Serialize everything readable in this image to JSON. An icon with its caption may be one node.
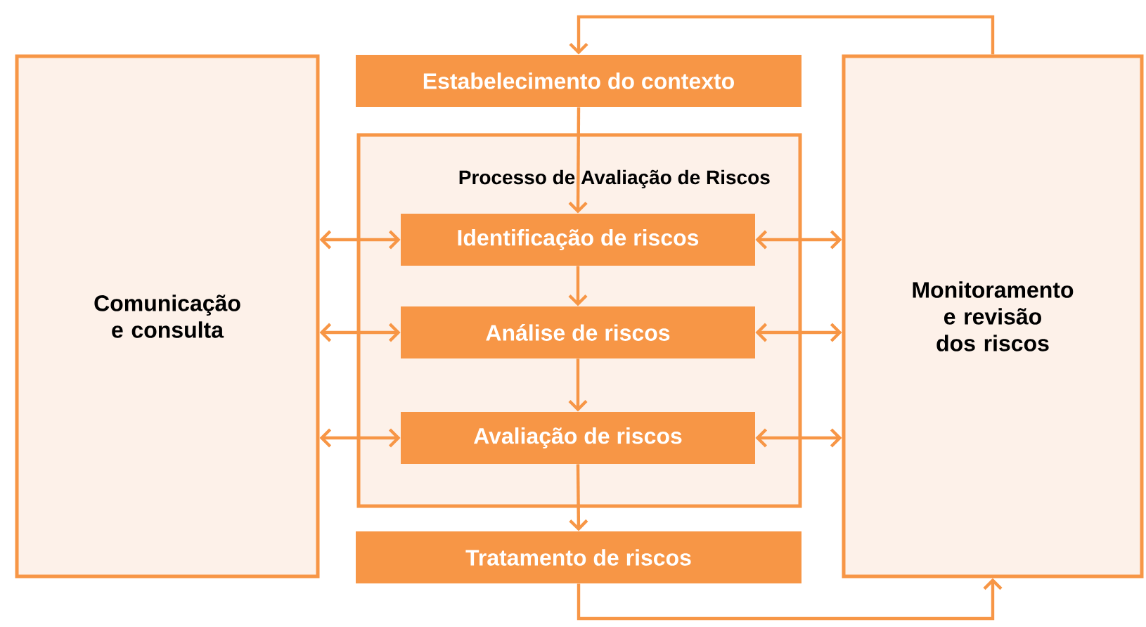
{
  "diagram": {
    "nodes": [
      {
        "text": [
          "Comunicação e consulta"
        ]
      },
      {
        "text": [
          "Estabelecimento do contexto"
        ]
      },
      {
        "text": [
          "Processo de Avaliação de Riscos"
        ]
      },
      {
        "text": [
          "Identificação de riscos"
        ],
        "in": 2
      },
      {
        "text": [
          "Análise de riscos"
        ],
        "in": 2
      },
      {
        "text": [
          "Avaliação de riscos"
        ],
        "in": 2
      },
      {
        "text": [
          "Tratamento de riscos"
        ]
      },
      {
        "text": [
          "Monitoramento e revisão dos riscos"
        ]
      }
    ],
    "edges": [
      {
        "from": 1,
        "to": 3,
        "arrow": "to"
      },
      {
        "from": 3,
        "to": 4,
        "arrow": "to"
      },
      {
        "from": 4,
        "to": 5,
        "arrow": "to"
      },
      {
        "from": 5,
        "to": 6,
        "arrow": "to"
      },
      {
        "from": 0,
        "to": 3,
        "arrow": "both"
      },
      {
        "from": 0,
        "to": 4,
        "arrow": "both"
      },
      {
        "from": 0,
        "to": 5,
        "arrow": "both"
      },
      {
        "from": 3,
        "to": 7,
        "arrow": "both"
      },
      {
        "from": 4,
        "to": 7,
        "arrow": "both"
      },
      {
        "from": 5,
        "to": 7,
        "arrow": "both"
      },
      {
        "from": 7,
        "to": 1,
        "arrow": "to"
      },
      {
        "from": 6,
        "to": 7,
        "arrow": "to"
      }
    ]
  }
}
